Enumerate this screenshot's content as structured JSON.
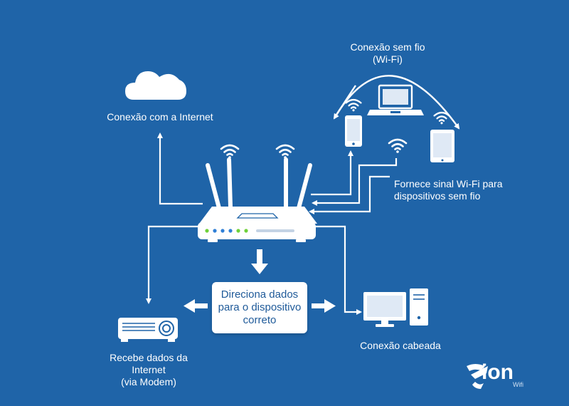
{
  "labels": {
    "internet": "Conexão com a Internet",
    "wireless_line1": "Conexão sem fio",
    "wireless_line2": "(Wi-Fi)",
    "wifi_signal_line1": "Fornece sinal Wi-Fi para",
    "wifi_signal_line2": "dispositivos sem fio",
    "center_box": "Direciona dados\npara o dispositivo\ncorreto",
    "wired": "Conexão cabeada",
    "modem_line1": "Recebe dados da",
    "modem_line2": "Internet",
    "modem_line3": "(via Modem)"
  },
  "brand": {
    "name": "ion",
    "sub": "Wifi"
  },
  "icons": {
    "cloud": "cloud-icon",
    "router": "router-icon",
    "laptop": "laptop-icon",
    "phone": "smartphone-icon",
    "tablet": "tablet-icon",
    "desktop": "desktop-computer-icon",
    "modem": "modem-icon",
    "wifi": "wifi-icon"
  },
  "colors": {
    "background": "#1f64a8",
    "line": "#ffffff",
    "box_text": "#1f5a99",
    "led_green": "#6fd13a",
    "led_blue": "#2f7fd6"
  }
}
